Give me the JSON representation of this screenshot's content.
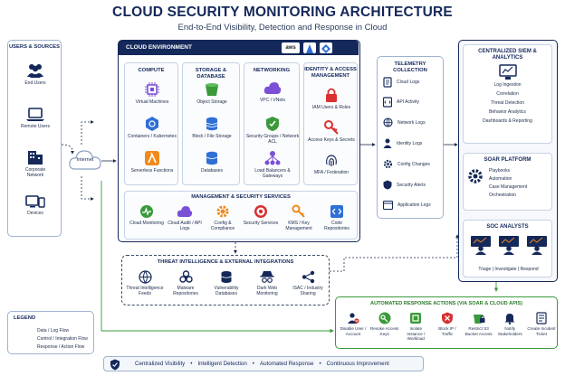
{
  "title": "CLOUD SECURITY MONITORING ARCHITECTURE",
  "subtitle": "End-to-End Visibility, Detection and Response in Cloud",
  "users": {
    "header": "USERS & SOURCES",
    "items": [
      "End Users",
      "Remote Users",
      "Corporate Network",
      "Devices"
    ]
  },
  "internet": "Internet",
  "cloud_env": {
    "header": "CLOUD ENVIRONMENT",
    "compute": {
      "title": "COMPUTE",
      "items": [
        "Virtual Machines",
        "Containers / Kubernetes",
        "Serverless Functions"
      ]
    },
    "storage": {
      "title": "STORAGE & DATABASE",
      "items": [
        "Object Storage",
        "Block / File Storage",
        "Databases"
      ]
    },
    "networking": {
      "title": "NETWORKING",
      "items": [
        "VPC / VNets",
        "Security Groups / Network ACL",
        "Load Balancers & Gateways"
      ]
    },
    "iam": {
      "title": "IDENTITY & ACCESS MANAGEMENT",
      "items": [
        "IAM Users & Roles",
        "Access Keys & Secrets",
        "MFA / Federation"
      ]
    },
    "mgmt": {
      "title": "MANAGEMENT & SECURITY SERVICES",
      "items": [
        "Cloud Monitoring",
        "Cloud Audit / API Logs",
        "Config & Compliance",
        "Security Services",
        "KMS / Key Management",
        "Code Repositories"
      ]
    }
  },
  "telemetry": {
    "header": "TELEMETRY COLLECTION",
    "items": [
      "Cloud Logs",
      "API Activity",
      "Network Logs",
      "Identity Logs",
      "Config Changes",
      "Security Alerts",
      "Application Logs"
    ]
  },
  "siem": {
    "header": "CENTRALIZED SIEM & ANALYTICS",
    "items": [
      "Log Ingestion",
      "Correlation",
      "Threat Detection",
      "Behavior Analytics",
      "Dashboards & Reporting"
    ]
  },
  "soar": {
    "header": "SOAR PLATFORM",
    "items": [
      "Playbooks",
      "Automation",
      "Case Management",
      "Orchestration"
    ]
  },
  "soc": {
    "header": "SOC ANALYSTS",
    "caption": "Triage | Investigate | Respond"
  },
  "threat_intel": {
    "header": "THREAT INTELLIGENCE & EXTERNAL INTEGRATIONS",
    "items": [
      "Threat Intelligence Feeds",
      "Malware Repositories",
      "Vulnerability Databases",
      "Dark Web Monitoring",
      "ISAC / Industry Sharing"
    ]
  },
  "response": {
    "header": "AUTOMATED RESPONSE ACTIONS (VIA SOAR & CLOUD APIS)",
    "items": [
      "Disable User / Account",
      "Revoke Access Keys",
      "Isolate Instance / Workload",
      "Block IP / Traffic",
      "Restrict S3 Bucket Access",
      "Notify Stakeholders",
      "Create Incident Ticket"
    ]
  },
  "legend": {
    "header": "LEGEND",
    "items": [
      "Data / Log Flow",
      "Control / Integration Flow",
      "Response / Action Flow"
    ]
  },
  "footer": [
    "Centralized Visibility",
    "Intelligent Detection",
    "Automated Response",
    "Continuous Improvement"
  ],
  "colors": {
    "navy": "#14285a",
    "green": "#3a9a3a",
    "red": "#d93030",
    "purple": "#7b4fd6",
    "blue": "#2f6fd6",
    "orange": "#f08a1c",
    "teal": "#2aa86a"
  }
}
